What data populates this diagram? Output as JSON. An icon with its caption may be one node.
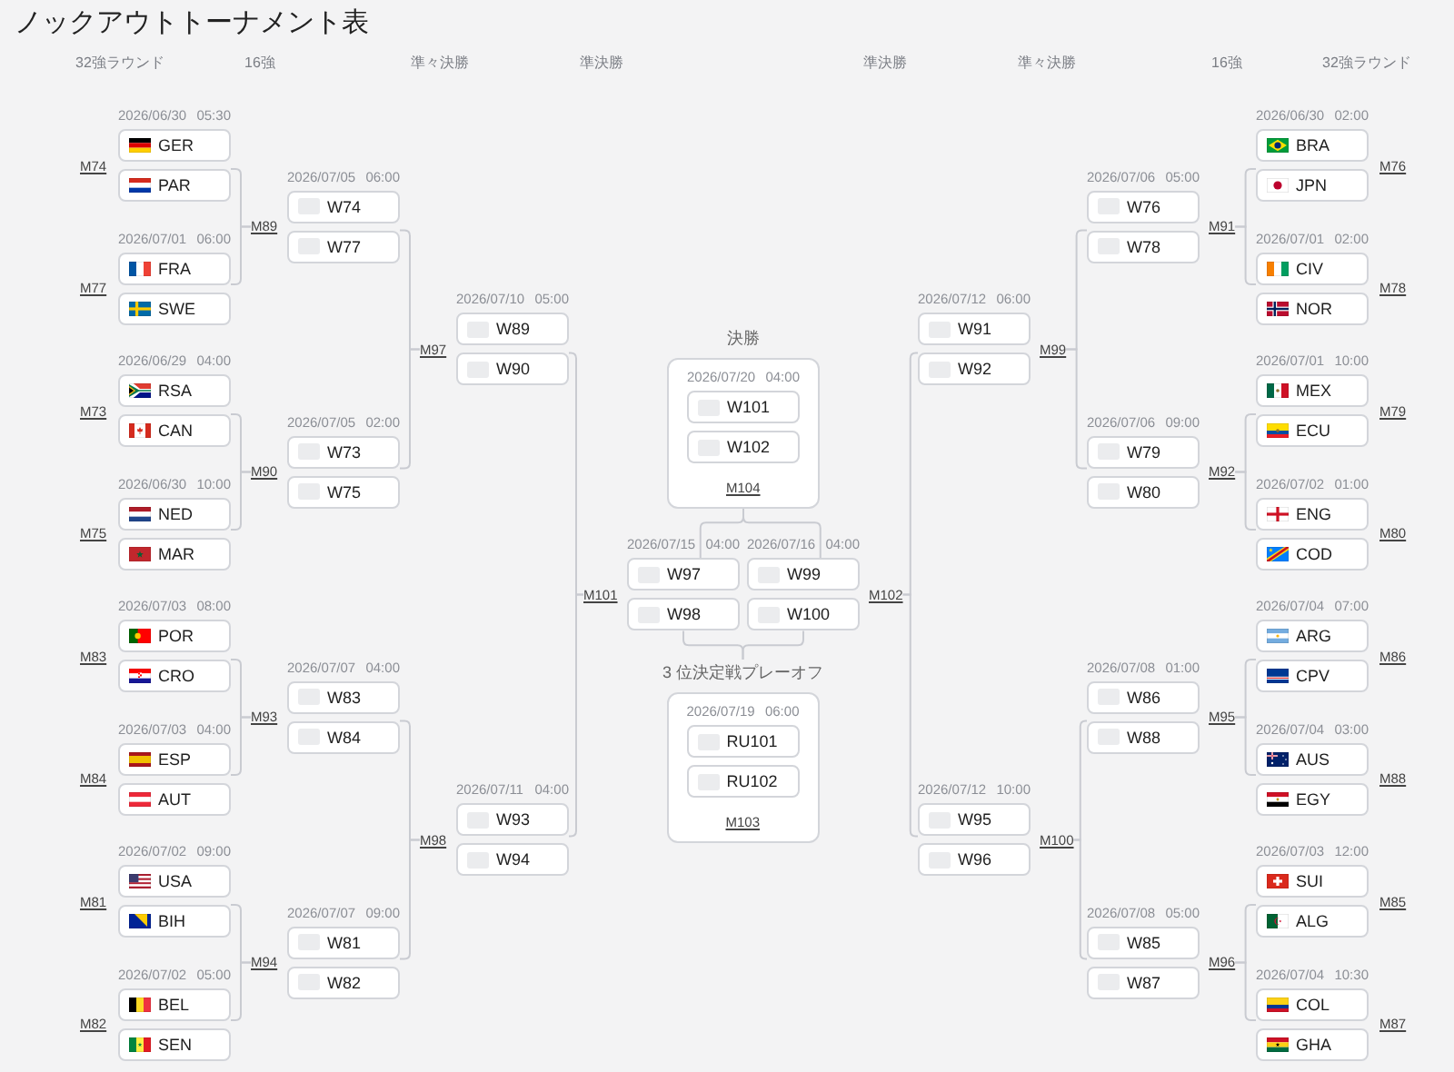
{
  "diagram": {
    "title": "ノックアウトトーナメント表",
    "labels": [
      "32強ラウンド",
      "16強",
      "準々決勝",
      "準決勝",
      "準決勝",
      "準々決勝",
      "16強",
      "32強ラウンド"
    ],
    "nodes": [
      {
        "text": [
          "M74"
        ]
      },
      {
        "text": [
          "GER"
        ],
        "beside": [
          "2026/06/30",
          "05:30"
        ]
      },
      {
        "text": [
          "PAR"
        ]
      },
      {
        "text": [
          "M77"
        ]
      },
      {
        "text": [
          "FRA"
        ],
        "beside": [
          "2026/07/01",
          "06:00"
        ]
      },
      {
        "text": [
          "SWE"
        ]
      },
      {
        "text": [
          "M73"
        ]
      },
      {
        "text": [
          "RSA"
        ],
        "beside": [
          "2026/06/29",
          "04:00"
        ]
      },
      {
        "text": [
          "CAN"
        ]
      },
      {
        "text": [
          "M75"
        ]
      },
      {
        "text": [
          "NED"
        ],
        "beside": [
          "2026/06/30",
          "10:00"
        ]
      },
      {
        "text": [
          "MAR"
        ]
      },
      {
        "text": [
          "M83"
        ]
      },
      {
        "text": [
          "POR"
        ],
        "beside": [
          "2026/07/03",
          "08:00"
        ]
      },
      {
        "text": [
          "CRO"
        ]
      },
      {
        "text": [
          "M84"
        ]
      },
      {
        "text": [
          "ESP"
        ],
        "beside": [
          "2026/07/03",
          "04:00"
        ]
      },
      {
        "text": [
          "AUT"
        ]
      },
      {
        "text": [
          "M81"
        ]
      },
      {
        "text": [
          "USA"
        ],
        "beside": [
          "2026/07/02",
          "09:00"
        ]
      },
      {
        "text": [
          "BIH"
        ]
      },
      {
        "text": [
          "M82"
        ]
      },
      {
        "text": [
          "BEL"
        ],
        "beside": [
          "2026/07/02",
          "05:00"
        ]
      },
      {
        "text": [
          "SEN"
        ]
      },
      {
        "text": [
          "M89"
        ]
      },
      {
        "text": [
          "W74"
        ],
        "beside": [
          "2026/07/05",
          "06:00"
        ]
      },
      {
        "text": [
          "W77"
        ]
      },
      {
        "text": [
          "M90"
        ]
      },
      {
        "text": [
          "W73"
        ],
        "beside": [
          "2026/07/05",
          "02:00"
        ]
      },
      {
        "text": [
          "W75"
        ]
      },
      {
        "text": [
          "M93"
        ]
      },
      {
        "text": [
          "W83"
        ],
        "beside": [
          "2026/07/07",
          "04:00"
        ]
      },
      {
        "text": [
          "W84"
        ]
      },
      {
        "text": [
          "M94"
        ]
      },
      {
        "text": [
          "W81"
        ],
        "beside": [
          "2026/07/07",
          "09:00"
        ]
      },
      {
        "text": [
          "W82"
        ]
      },
      {
        "text": [
          "M97"
        ]
      },
      {
        "text": [
          "W89"
        ],
        "beside": [
          "2026/07/10",
          "05:00"
        ]
      },
      {
        "text": [
          "W90"
        ]
      },
      {
        "text": [
          "M98"
        ]
      },
      {
        "text": [
          "W93"
        ],
        "beside": [
          "2026/07/11",
          "04:00"
        ]
      },
      {
        "text": [
          "W94"
        ]
      },
      {
        "text": [
          "M101"
        ]
      },
      {
        "text": [
          "W97"
        ],
        "beside": [
          "2026/07/15",
          "04:00"
        ]
      },
      {
        "text": [
          "W98"
        ]
      },
      {
        "text": [
          "決勝",
          "2026/07/20",
          "04:00",
          "M104"
        ]
      },
      {
        "text": [
          "W101"
        ],
        "in": 45
      },
      {
        "text": [
          "W102"
        ],
        "in": 45
      },
      {
        "text": [
          "3 位決定戦プレーオフ",
          "2026/07/19",
          "06:00",
          "M103"
        ]
      },
      {
        "text": [
          "RU101"
        ],
        "in": 48
      },
      {
        "text": [
          "RU102"
        ],
        "in": 48
      },
      {
        "text": [
          "W99"
        ],
        "beside": [
          "2026/07/16",
          "04:00"
        ]
      },
      {
        "text": [
          "W100"
        ]
      },
      {
        "text": [
          "M102"
        ]
      },
      {
        "text": [
          "W91"
        ],
        "beside": [
          "2026/07/12",
          "06:00"
        ]
      },
      {
        "text": [
          "W92"
        ]
      },
      {
        "text": [
          "M99"
        ]
      },
      {
        "text": [
          "W95"
        ],
        "beside": [
          "2026/07/12",
          "10:00"
        ]
      },
      {
        "text": [
          "W96"
        ]
      },
      {
        "text": [
          "M100"
        ]
      },
      {
        "text": [
          "W76"
        ],
        "beside": [
          "2026/07/06",
          "05:00"
        ]
      },
      {
        "text": [
          "W78"
        ]
      },
      {
        "text": [
          "M91"
        ]
      },
      {
        "text": [
          "W79"
        ],
        "beside": [
          "2026/07/06",
          "09:00"
        ]
      },
      {
        "text": [
          "W80"
        ]
      },
      {
        "text": [
          "M92"
        ]
      },
      {
        "text": [
          "W86"
        ],
        "beside": [
          "2026/07/08",
          "01:00"
        ]
      },
      {
        "text": [
          "W88"
        ]
      },
      {
        "text": [
          "M95"
        ]
      },
      {
        "text": [
          "W85"
        ],
        "beside": [
          "2026/07/08",
          "05:00"
        ]
      },
      {
        "text": [
          "W87"
        ]
      },
      {
        "text": [
          "M96"
        ]
      },
      {
        "text": [
          "BRA"
        ],
        "beside": [
          "2026/06/30",
          "02:00"
        ]
      },
      {
        "text": [
          "JPN"
        ]
      },
      {
        "text": [
          "M76"
        ]
      },
      {
        "text": [
          "CIV"
        ],
        "beside": [
          "2026/07/01",
          "02:00"
        ]
      },
      {
        "text": [
          "NOR"
        ]
      },
      {
        "text": [
          "M78"
        ]
      },
      {
        "text": [
          "MEX"
        ],
        "beside": [
          "2026/07/01",
          "10:00"
        ]
      },
      {
        "text": [
          "ECU"
        ]
      },
      {
        "text": [
          "M79"
        ]
      },
      {
        "text": [
          "ENG"
        ],
        "beside": [
          "2026/07/02",
          "01:00"
        ]
      },
      {
        "text": [
          "COD"
        ]
      },
      {
        "text": [
          "M80"
        ]
      },
      {
        "text": [
          "ARG"
        ],
        "beside": [
          "2026/07/04",
          "07:00"
        ]
      },
      {
        "text": [
          "CPV"
        ]
      },
      {
        "text": [
          "M86"
        ]
      },
      {
        "text": [
          "AUS"
        ],
        "beside": [
          "2026/07/04",
          "03:00"
        ]
      },
      {
        "text": [
          "EGY"
        ]
      },
      {
        "text": [
          "M88"
        ]
      },
      {
        "text": [
          "SUI"
        ],
        "beside": [
          "2026/07/03",
          "12:00"
        ]
      },
      {
        "text": [
          "ALG"
        ]
      },
      {
        "text": [
          "M85"
        ]
      },
      {
        "text": [
          "COL"
        ],
        "beside": [
          "2026/07/04",
          "10:30"
        ]
      },
      {
        "text": [
          "GHA"
        ]
      },
      {
        "text": [
          "M87"
        ]
      }
    ],
    "edges": [
      {
        "from": 2,
        "to": 24,
        "arrow": "none"
      },
      {
        "from": 4,
        "to": 24,
        "arrow": "none"
      },
      {
        "from": 8,
        "to": 27,
        "arrow": "none"
      },
      {
        "from": 10,
        "to": 27,
        "arrow": "none"
      },
      {
        "from": 14,
        "to": 30,
        "arrow": "none"
      },
      {
        "from": 16,
        "to": 30,
        "arrow": "none"
      },
      {
        "from": 20,
        "to": 33,
        "arrow": "none"
      },
      {
        "from": 22,
        "to": 33,
        "arrow": "none"
      },
      {
        "from": 26,
        "to": 36,
        "arrow": "none"
      },
      {
        "from": 28,
        "to": 36,
        "arrow": "none"
      },
      {
        "from": 32,
        "to": 39,
        "arrow": "none"
      },
      {
        "from": 34,
        "to": 39,
        "arrow": "none"
      },
      {
        "from": 38,
        "to": 42,
        "arrow": "none"
      },
      {
        "from": 40,
        "to": 42,
        "arrow": "none"
      },
      {
        "from": 43,
        "to": 45,
        "arrow": "none"
      },
      {
        "from": 51,
        "to": 45,
        "arrow": "none"
      },
      {
        "from": 44,
        "to": 48,
        "arrow": "none"
      },
      {
        "from": 52,
        "to": 48,
        "arrow": "none"
      },
      {
        "from": 55,
        "to": 53,
        "arrow": "none"
      },
      {
        "from": 57,
        "to": 53,
        "arrow": "none"
      },
      {
        "from": 61,
        "to": 56,
        "arrow": "none"
      },
      {
        "from": 63,
        "to": 56,
        "arrow": "none"
      },
      {
        "from": 67,
        "to": 59,
        "arrow": "none"
      },
      {
        "from": 69,
        "to": 59,
        "arrow": "none"
      },
      {
        "from": 73,
        "to": 62,
        "arrow": "none"
      },
      {
        "from": 75,
        "to": 62,
        "arrow": "none"
      },
      {
        "from": 79,
        "to": 65,
        "arrow": "none"
      },
      {
        "from": 81,
        "to": 65,
        "arrow": "none"
      },
      {
        "from": 85,
        "to": 68,
        "arrow": "none"
      },
      {
        "from": 87,
        "to": 68,
        "arrow": "none"
      },
      {
        "from": 91,
        "to": 71,
        "arrow": "none"
      },
      {
        "from": 93,
        "to": 71,
        "arrow": "none"
      }
    ]
  }
}
